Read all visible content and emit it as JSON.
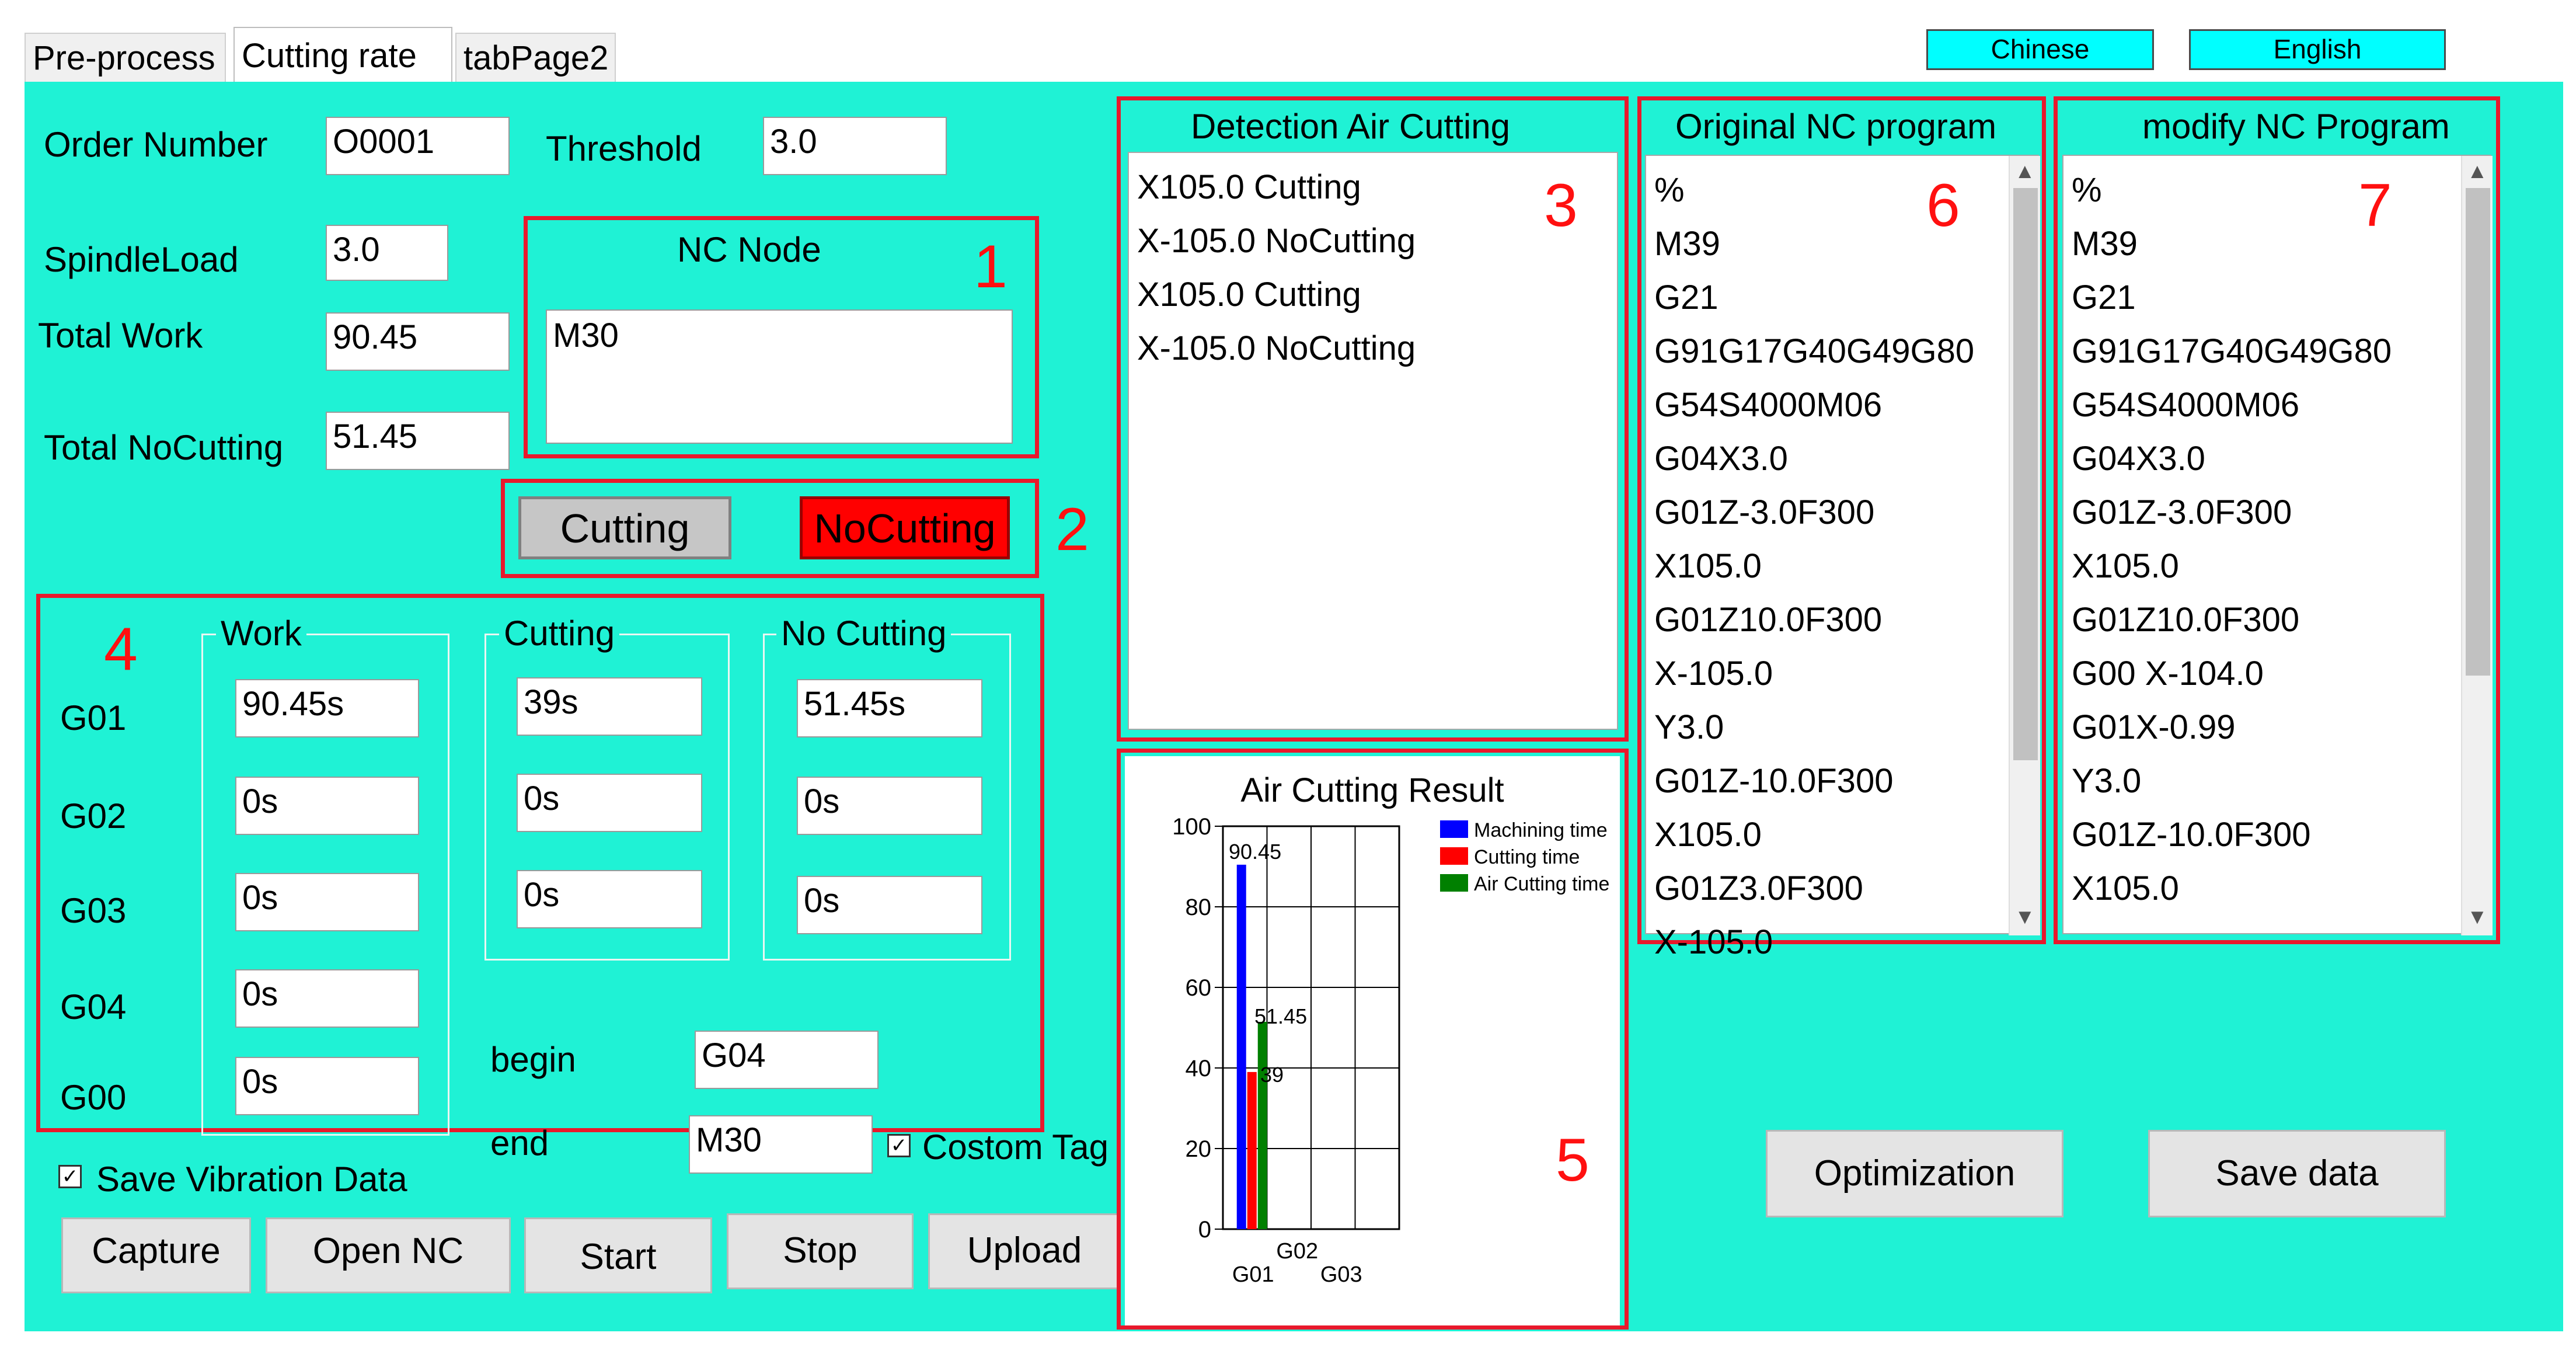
{
  "tabs": [
    {
      "label": "Pre-process",
      "active": false
    },
    {
      "label": "Cutting rate",
      "active": true
    },
    {
      "label": "tabPage2",
      "active": false
    }
  ],
  "language": {
    "chinese": "Chinese",
    "english": "English"
  },
  "form": {
    "order_number_label": "Order Number",
    "order_number_value": "O0001",
    "threshold_label": "Threshold",
    "threshold_value": "3.0",
    "spindle_load_label": "SpindleLoad",
    "spindle_load_value": "3.0",
    "total_work_label": "Total Work",
    "total_work_value": "90.45",
    "total_nocutting_label": "Total NoCutting",
    "total_nocutting_value": "51.45"
  },
  "nc_node": {
    "title": "NC Node",
    "value": "M30"
  },
  "state_buttons": {
    "cutting": "Cutting",
    "nocutting": "NoCutting"
  },
  "gcode_table": {
    "work_header": "Work",
    "cutting_header": "Cutting",
    "nocutting_header": "No Cutting",
    "rows": [
      {
        "code": "G01",
        "work": "90.45s",
        "cutting": "39s",
        "nocutting": "51.45s"
      },
      {
        "code": "G02",
        "work": "0s",
        "cutting": "0s",
        "nocutting": "0s"
      },
      {
        "code": "G03",
        "work": "0s",
        "cutting": "0s",
        "nocutting": "0s"
      },
      {
        "code": "G04",
        "work": "0s"
      },
      {
        "code": "G00",
        "work": "0s"
      }
    ],
    "begin_label": "begin",
    "begin_value": "G04",
    "end_label": "end",
    "end_value": "M30",
    "custom_tag_label": "Costom Tag"
  },
  "save_vibration_label": "Save Vibration Data",
  "action_buttons": {
    "capture": "Capture",
    "open_nc": "Open NC",
    "start": "Start",
    "stop": "Stop",
    "upload": "Upload"
  },
  "detection": {
    "title": "Detection Air Cutting",
    "lines": [
      "X105.0 Cutting",
      "X-105.0 NoCutting",
      "X105.0 Cutting",
      "X-105.0 NoCutting"
    ]
  },
  "original_nc": {
    "title": "Original NC program",
    "lines": [
      "%",
      "M39",
      "G21",
      "G91G17G40G49G80",
      "G54S4000M06",
      "G04X3.0",
      "G01Z-3.0F300",
      "X105.0",
      "G01Z10.0F300",
      "X-105.0",
      "Y3.0",
      "G01Z-10.0F300",
      "X105.0",
      "G01Z3.0F300",
      "X-105.0"
    ]
  },
  "modified_nc": {
    "title": "modify NC Program",
    "lines": [
      "%",
      "M39",
      "G21",
      "G91G17G40G49G80",
      "G54S4000M06",
      "G04X3.0",
      "G01Z-3.0F300",
      "X105.0",
      "G01Z10.0F300",
      "G00 X-104.0",
      "G01X-0.99",
      "Y3.0",
      "G01Z-10.0F300",
      "X105.0"
    ]
  },
  "bottom_buttons": {
    "optimization": "Optimization",
    "save_data": "Save data"
  },
  "markers": [
    "1",
    "2",
    "3",
    "4",
    "5",
    "6",
    "7"
  ],
  "colors": {
    "panel": "#1ff2d5",
    "annotation": "#e8192c",
    "lang_button": "#00ffff",
    "nocutting_button": "#ff0000"
  },
  "chart_data": {
    "type": "bar",
    "title": "Air Cutting Result",
    "categories": [
      "G01",
      "G02",
      "G03"
    ],
    "series": [
      {
        "name": "Machining time",
        "values": [
          90.45,
          0,
          0
        ],
        "color": "#0000ff"
      },
      {
        "name": "Cutting time",
        "values": [
          39,
          0,
          0
        ],
        "color": "#ff0000"
      },
      {
        "name": "Air Cutting time",
        "values": [
          51.45,
          0,
          0
        ],
        "color": "#008000"
      }
    ],
    "data_labels": [
      "90.45",
      "39",
      "51.45"
    ],
    "yticks": [
      "0",
      "20",
      "40",
      "60",
      "80",
      "100"
    ],
    "ylim": [
      0,
      100
    ],
    "grid": true,
    "legend": "top-right"
  }
}
